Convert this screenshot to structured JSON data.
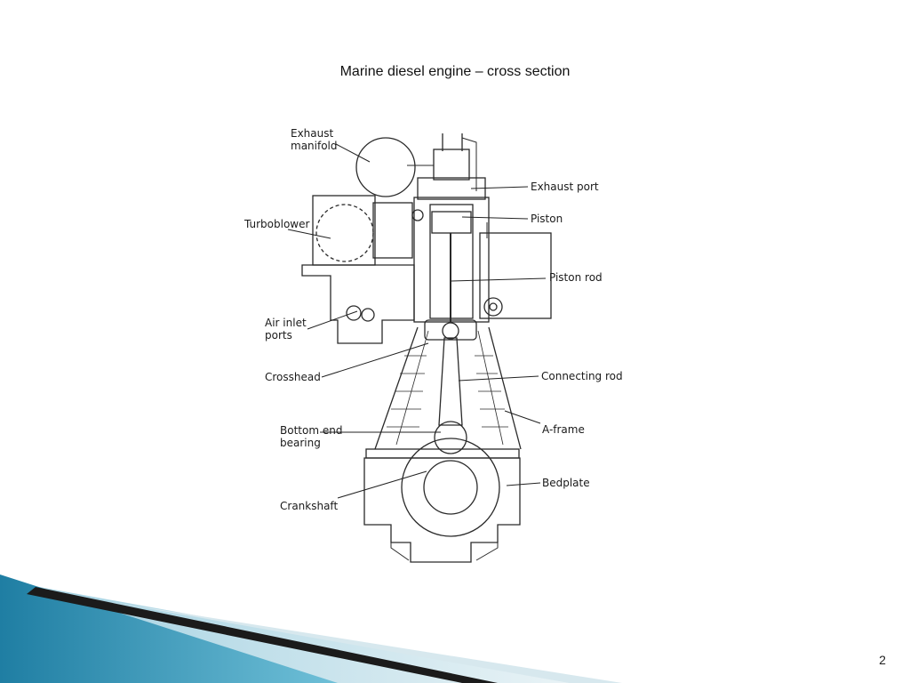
{
  "slide": {
    "title": "Marine diesel engine – cross section",
    "page_number": "2"
  },
  "diagram": {
    "labels": {
      "exhaust_manifold_1": "Exhaust",
      "exhaust_manifold_2": "manifold",
      "turboblower": "Turboblower",
      "air_inlet_1": "Air inlet",
      "air_inlet_2": "ports",
      "crosshead": "Crosshead",
      "bottom_end_1": "Bottom end",
      "bottom_end_2": "bearing",
      "crankshaft": "Crankshaft",
      "exhaust_port": "Exhaust port",
      "piston": "Piston",
      "piston_rod": "Piston rod",
      "connecting_rod": "Connecting rod",
      "a_frame": "A-frame",
      "bedplate": "Bedplate"
    }
  },
  "colors": {
    "footer_dark": "#1b1b1b",
    "footer_teal": "#2a8fb3",
    "footer_light": "#cfe3ea"
  }
}
